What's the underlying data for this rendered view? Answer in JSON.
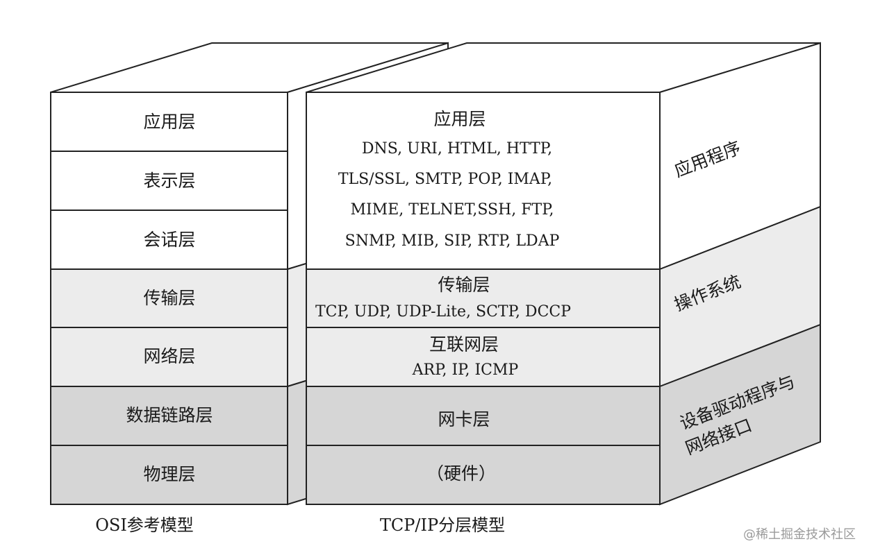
{
  "osi": {
    "layers": [
      "应用层",
      "表示层",
      "会话层",
      "传输层",
      "网络层",
      "数据链路层",
      "物理层"
    ],
    "caption": "OSI参考模型"
  },
  "tcpip": {
    "application": {
      "title": "应用层",
      "protocols": [
        "DNS, URI, HTML, HTTP,",
        "TLS/SSL, SMTP, POP, IMAP,",
        "MIME, TELNET,SSH, FTP,",
        "SNMP, MIB, SIP, RTP, LDAP"
      ]
    },
    "transport": {
      "title": "传输层",
      "protocols": "TCP, UDP, UDP-Lite, SCTP, DCCP"
    },
    "internet": {
      "title": "互联网层",
      "protocols": "ARP, IP, ICMP"
    },
    "link": {
      "title": "网卡层"
    },
    "hardware": {
      "title": "（硬件）"
    },
    "caption": "TCP/IP分层模型"
  },
  "side_labels": {
    "application": "应用程序",
    "os": "操作系统",
    "driver_line1": "设备驱动程序与",
    "driver_line2": "网络接口"
  },
  "colors": {
    "upper": "#ffffff",
    "middle": "#ececec",
    "lower": "#d6d6d6",
    "stroke": "#222222"
  },
  "watermark": "@稀土掘金技术社区"
}
